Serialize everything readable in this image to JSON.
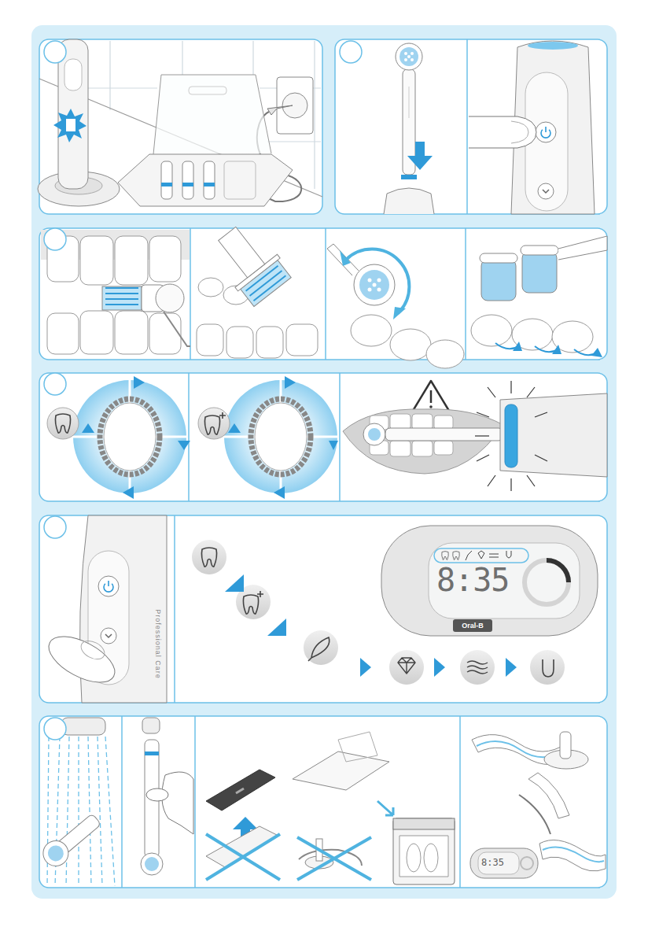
{
  "diagram": {
    "labels": [
      "8:35",
      "Oral-B",
      "Professional Care",
      "8:35"
    ]
  }
}
